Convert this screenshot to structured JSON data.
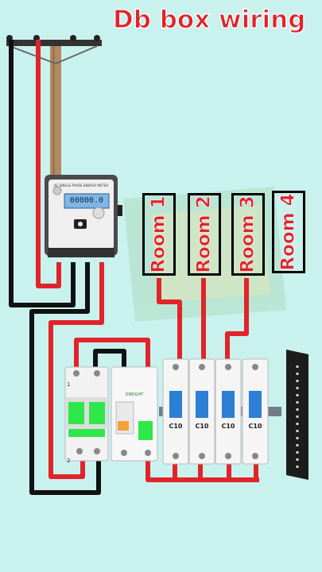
{
  "title": "Db box wiring",
  "rooms": [
    "Room 1",
    "Room 2",
    "Room 3",
    "Room 4"
  ],
  "meter": {
    "display": "00000.0",
    "header": "AC SINGLE PHASE ENERGY METER"
  },
  "main_breaker": {
    "marks": [
      "1",
      "2"
    ]
  },
  "rccb": {
    "label": "DREIGHT"
  },
  "mcbs": [
    {
      "rating": "C10"
    },
    {
      "rating": "C10"
    },
    {
      "rating": "C10"
    },
    {
      "rating": "C10"
    }
  ],
  "colors": {
    "background": "#c9f1ee",
    "live_wire": "#e0242a",
    "neutral_wire": "#111111",
    "title": "#e0242a",
    "pole": "#b08a63",
    "breaker_toggle_green": "#2ee84b",
    "mcb_toggle_blue": "#2c7fd4",
    "earth_bar": "#1c1c1c"
  }
}
